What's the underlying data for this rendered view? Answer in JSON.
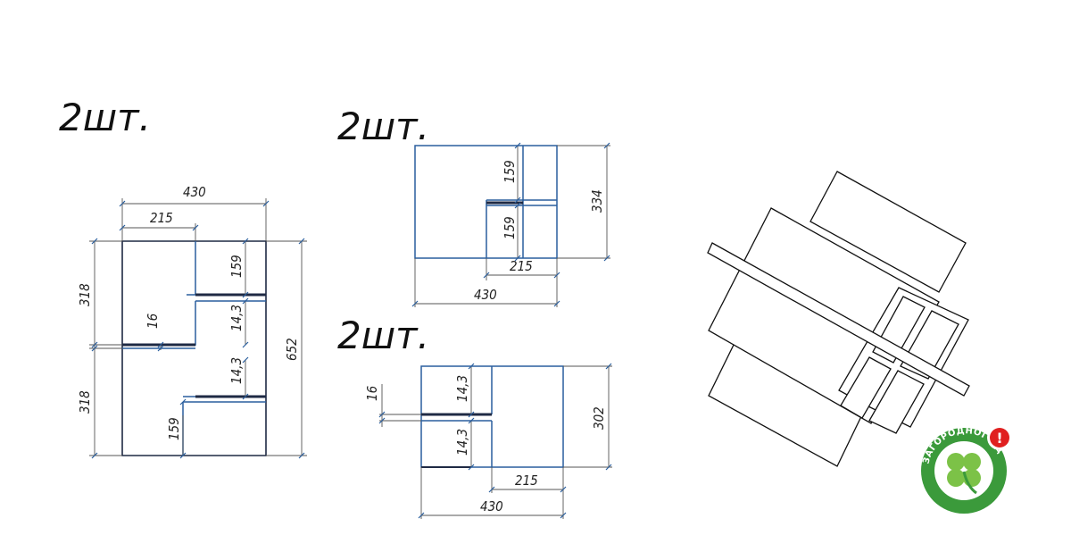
{
  "drawings": {
    "left": {
      "qty": "2шт.",
      "dims": {
        "total_width": "430",
        "half_width": "215",
        "upper_height": "318",
        "lower_height": "318",
        "total_height": "652",
        "thickness": "16",
        "top_slot": "159",
        "upper_gap": "14,3",
        "lower_gap": "14,3",
        "bottom_slot": "159"
      }
    },
    "top_middle": {
      "qty": "2шт.",
      "dims": {
        "top_slot": "159",
        "bottom_slot": "159",
        "height": "334",
        "half_width": "215",
        "width": "430"
      }
    },
    "bottom_middle": {
      "qty": "2шт.",
      "dims": {
        "thickness": "16",
        "upper_gap": "14,3",
        "lower_gap": "14,3",
        "height": "302",
        "half_width": "215",
        "width": "430"
      }
    }
  },
  "logo": {
    "text": "ЗАГОРОДНОГО ДОМА ТЕХНОЛОГИИ",
    "badge": "!",
    "colors": {
      "green": "#3b9a3b",
      "badge": "#e02020",
      "clover": "#7cc247"
    }
  }
}
